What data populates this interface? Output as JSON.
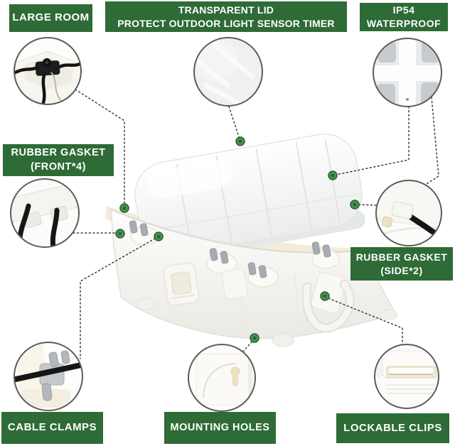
{
  "callouts": {
    "large_room": {
      "label": "LARGE ROOM"
    },
    "transparent_lid": {
      "line1": "TRANSPARENT LID",
      "line2": "PROTECT OUTDOOR LIGHT SENSOR TIMER"
    },
    "ip54": {
      "line1": "IP54",
      "line2": "WATERPROOF"
    },
    "rubber_gasket_front": {
      "line1": "RUBBER GASKET",
      "line2": "(FRONT*4)"
    },
    "rubber_gasket_side": {
      "line1": "RUBBER GASKET",
      "line2": "(SIDE*2)"
    },
    "cable_clamps": {
      "label": "CABLE CLAMPS"
    },
    "mounting_holes": {
      "label": "MOUNTING HOLES"
    },
    "lockable_clips": {
      "label": "LOCKABLE CLIPS"
    }
  },
  "colors": {
    "banner_green": "#2e6b36",
    "dot_green": "#4a9152",
    "dot_border": "#2b5f33",
    "circle_border": "#5c5c5c",
    "leader_line": "#3e3e3e",
    "box_cream": "#f3ecd9"
  }
}
